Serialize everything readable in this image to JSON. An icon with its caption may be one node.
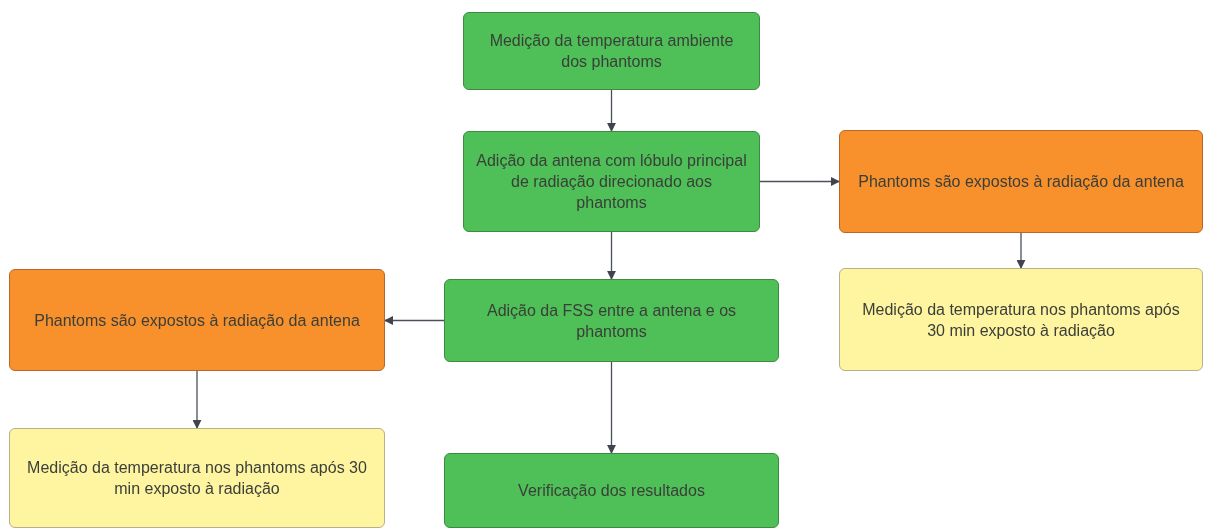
{
  "diagram": {
    "nodes": [
      {
        "text": [
          "Medição da temperatura ambiente dos phantoms"
        ]
      },
      {
        "text": [
          "Adição da antena com lóbulo principal de radiação direcionado aos phantoms"
        ]
      },
      {
        "text": [
          "Phantoms são expostos à radiação da antena"
        ]
      },
      {
        "text": [
          "Medição da temperatura nos phantoms após 30 min exposto à radiação"
        ]
      },
      {
        "text": [
          "Adição da FSS entre a antena e os phantoms"
        ]
      },
      {
        "text": [
          "Phantoms são expostos à radiação da antena"
        ]
      },
      {
        "text": [
          "Medição da temperatura nos phantoms após 30 min exposto à radiação"
        ]
      },
      {
        "text": [
          "Verificação dos resultados"
        ]
      }
    ],
    "edges": [
      {
        "from": 0,
        "to": 1,
        "arrow": "to"
      },
      {
        "from": 1,
        "to": 2,
        "arrow": "to"
      },
      {
        "from": 2,
        "to": 3,
        "arrow": "to"
      },
      {
        "from": 1,
        "to": 4,
        "arrow": "to"
      },
      {
        "from": 4,
        "to": 5,
        "arrow": "to"
      },
      {
        "from": 5,
        "to": 6,
        "arrow": "to"
      },
      {
        "from": 4,
        "to": 7,
        "arrow": "to"
      }
    ]
  }
}
